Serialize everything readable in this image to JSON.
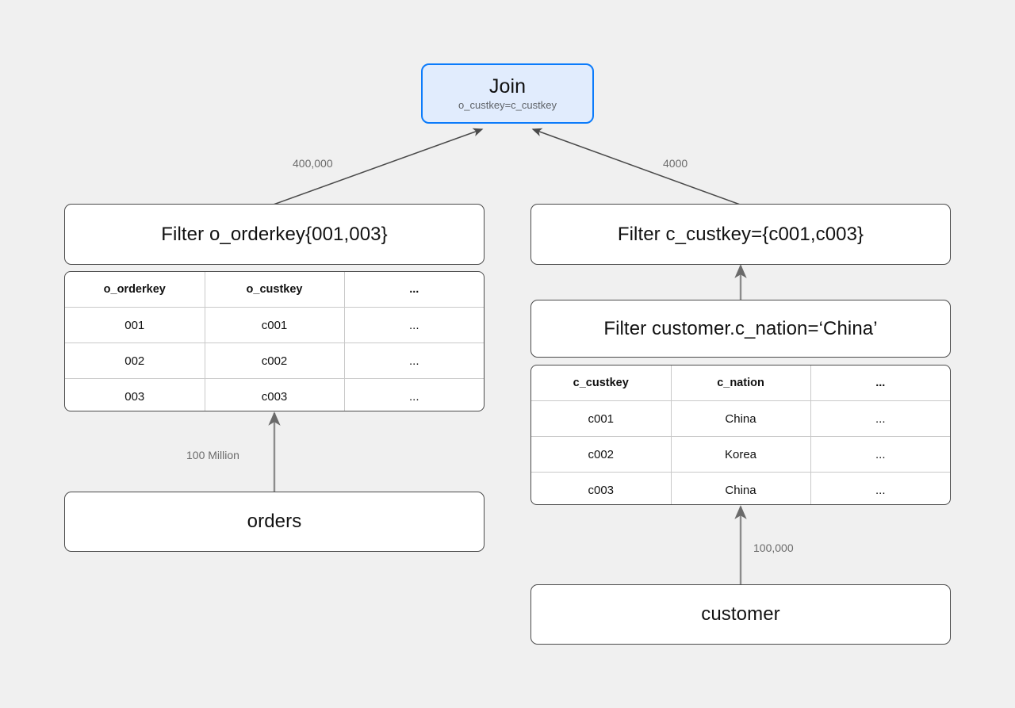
{
  "diagram": {
    "title": "Query plan with predicate pushdown / runtime filter",
    "background_color": "#f0f0f0",
    "accent_color": "#0b7bfb",
    "accent_fill_color": "#e1ecfd",
    "node_border_color": "#4b4b4b",
    "edge_color": "#5a5a5a"
  },
  "nodes": {
    "join": {
      "title": "Join",
      "subtitle": "o_custkey=c_custkey"
    },
    "filter_orderkey": {
      "title": "Filter o_orderkey{001,003}"
    },
    "filter_custkey": {
      "title": "Filter c_custkey={c001,c003}"
    },
    "filter_nation": {
      "title": "Filter customer.c_nation=‘China’"
    },
    "orders": {
      "title": "orders"
    },
    "customer": {
      "title": "customer"
    }
  },
  "tables": {
    "orders_table": {
      "columns": [
        "o_orderkey",
        "o_custkey",
        "..."
      ],
      "rows": [
        [
          "001",
          "c001",
          "..."
        ],
        [
          "002",
          "c002",
          "..."
        ],
        [
          "003",
          "c003",
          "..."
        ]
      ]
    },
    "customer_table": {
      "columns": [
        "c_custkey",
        "c_nation",
        "..."
      ],
      "rows": [
        [
          "c001",
          "China",
          "..."
        ],
        [
          "c002",
          "Korea",
          "..."
        ],
        [
          "c003",
          "China",
          "..."
        ]
      ]
    }
  },
  "edges": [
    {
      "id": "orders-to-join",
      "label": "400,000"
    },
    {
      "id": "customer-to-join",
      "label": "4000"
    },
    {
      "id": "orders-scan",
      "label": "100 Million"
    },
    {
      "id": "customer-scan",
      "label": "100,000"
    },
    {
      "id": "nation-to-custkey",
      "label": ""
    }
  ],
  "edge_labels": {
    "orders_to_join": "400,000",
    "customer_to_join": "4000",
    "orders_scan": "100 Million",
    "customer_scan": "100,000"
  }
}
